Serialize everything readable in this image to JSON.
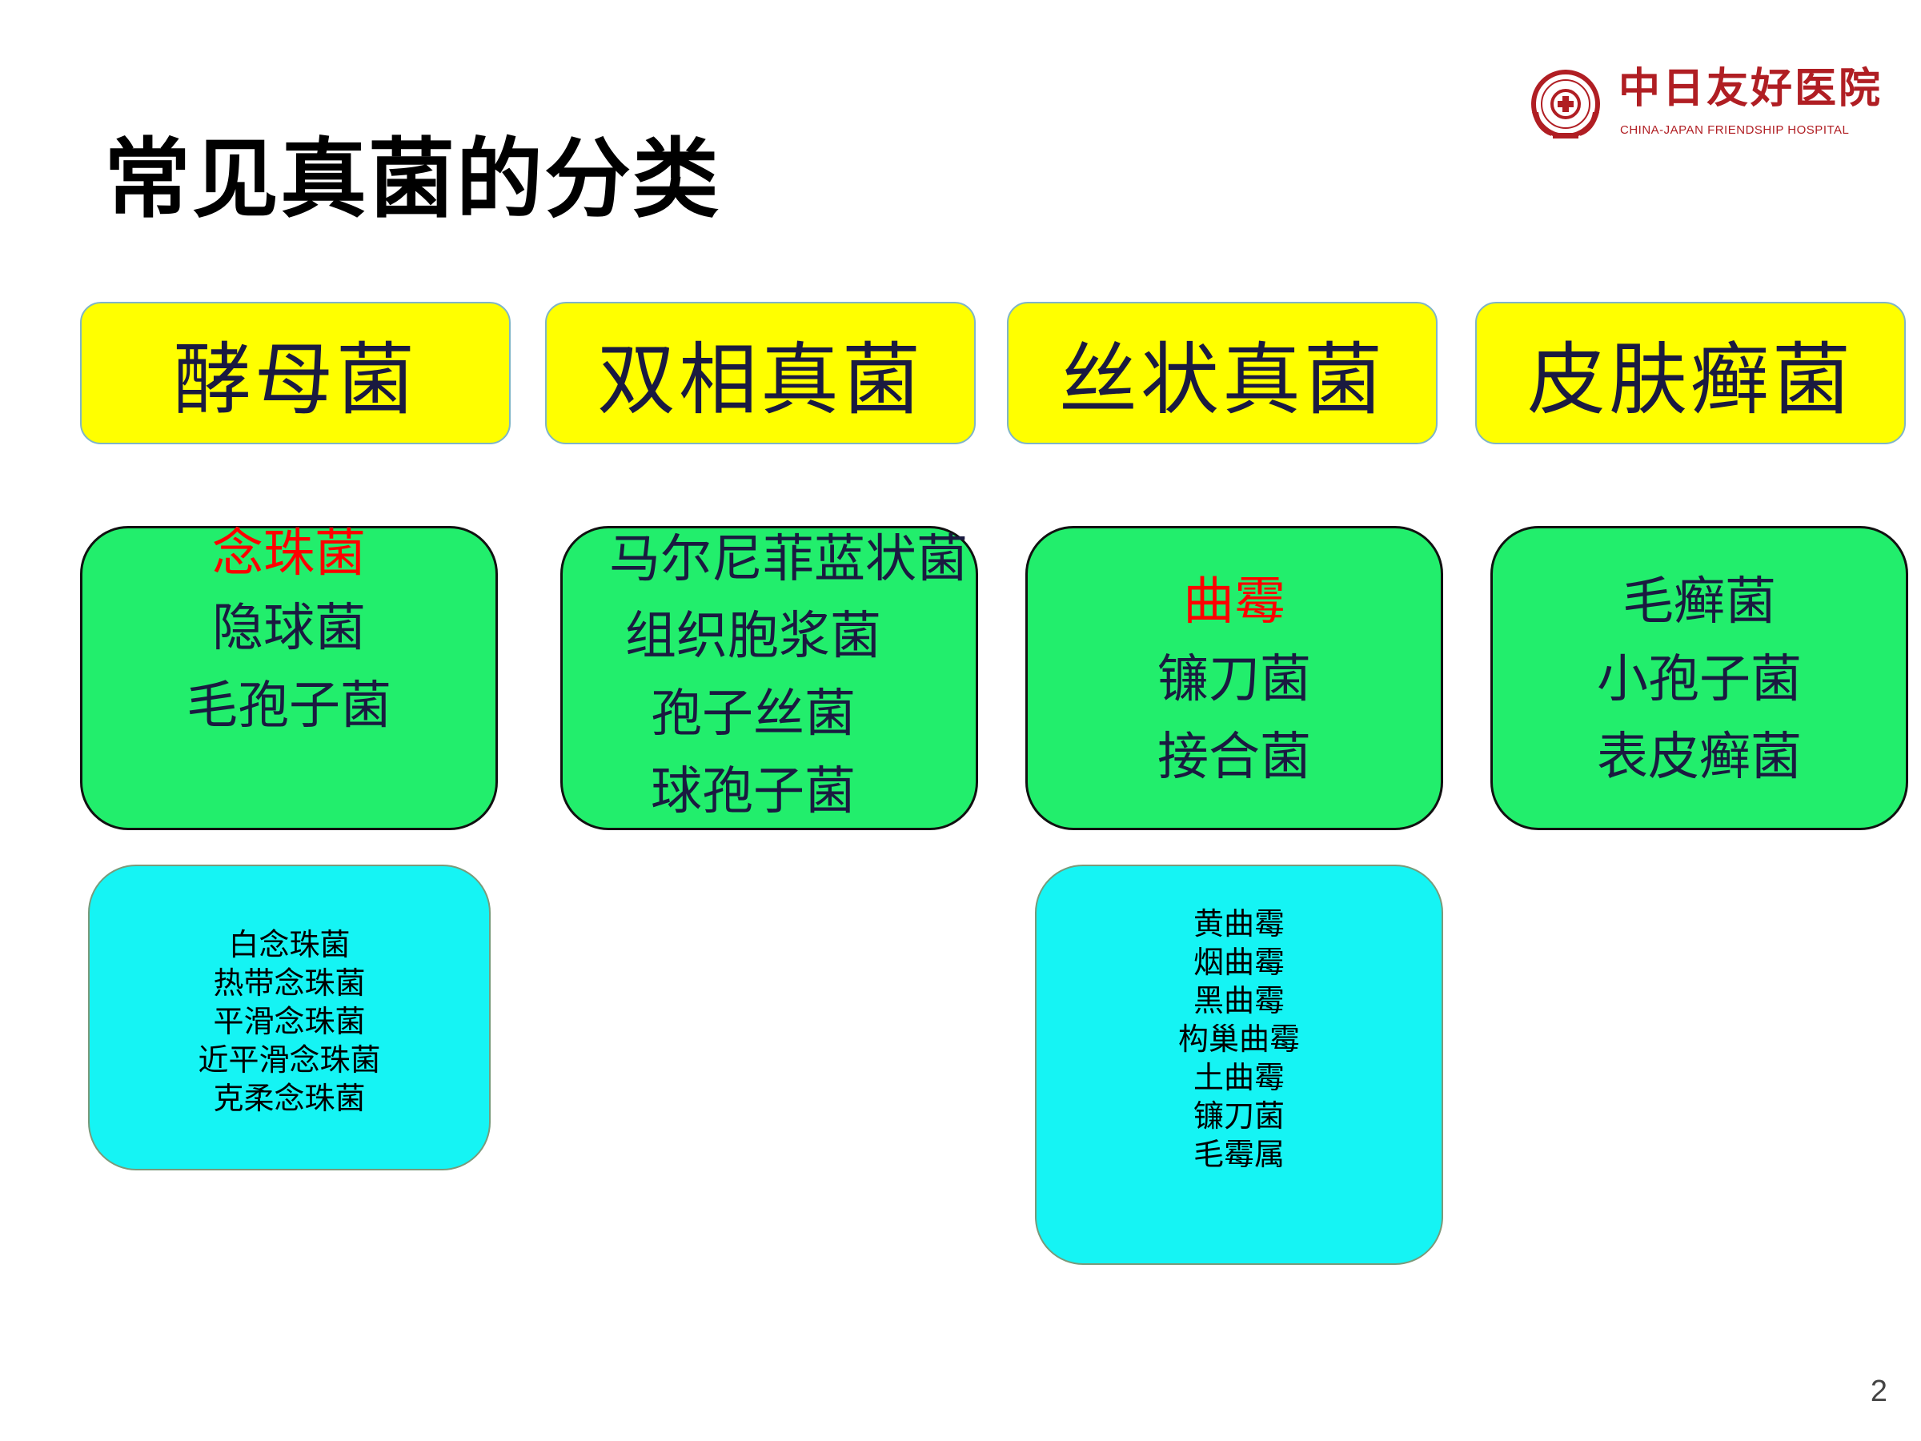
{
  "slide": {
    "title": "常见真菌的分类",
    "page_number": "2"
  },
  "logo": {
    "name_cn": "中日友好医院",
    "name_en": "CHINA-JAPAN FRIENDSHIP HOSPITAL",
    "icon": "hospital-seal-icon",
    "brand_color": "#b01e23"
  },
  "colors": {
    "category_fill": "#ffff00",
    "genus_fill": "#22ee6c",
    "species_fill": "#15f4f4",
    "highlight": "#ff0000"
  },
  "categories": [
    {
      "label": "酵母菌",
      "genera": [
        "念珠菌",
        "隐球菌",
        "毛孢子菌"
      ],
      "highlight_index": 0,
      "species": [
        "白念珠菌",
        "热带念珠菌",
        "平滑念珠菌",
        "近平滑念珠菌",
        "克柔念珠菌"
      ]
    },
    {
      "label": "双相真菌",
      "genera": [
        "马尔尼菲蓝状菌",
        "组织胞浆菌",
        "孢子丝菌",
        "球孢子菌"
      ],
      "highlight_index": null,
      "species": []
    },
    {
      "label": "丝状真菌",
      "genera": [
        "曲霉",
        "镰刀菌",
        "接合菌"
      ],
      "highlight_index": 0,
      "species": [
        "黄曲霉",
        "烟曲霉",
        "黑曲霉",
        "构巢曲霉",
        "土曲霉",
        "镰刀菌",
        "毛霉属"
      ]
    },
    {
      "label": "皮肤癣菌",
      "genera": [
        "毛癣菌",
        "小孢子菌",
        "表皮癣菌"
      ],
      "highlight_index": null,
      "species": []
    }
  ]
}
